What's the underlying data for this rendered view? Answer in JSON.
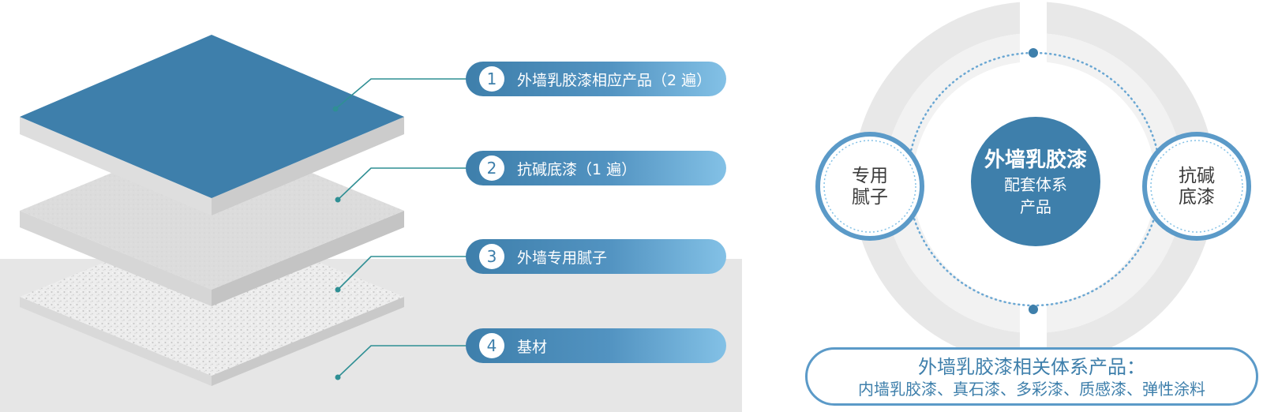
{
  "layers": [
    {
      "number": "1",
      "label": "外墙乳胶漆相应产品（2 遍）"
    },
    {
      "number": "2",
      "label": "抗碱底漆（1 遍）"
    },
    {
      "number": "3",
      "label": "外墙专用腻子"
    },
    {
      "number": "4",
      "label": "基材"
    }
  ],
  "system": {
    "left_node": "专用\n腻子",
    "right_node": "抗碱\n底漆",
    "center_title": "外墙乳胶漆",
    "center_sub_1": "配套体系",
    "center_sub_2": "产品"
  },
  "related": {
    "title": "外墙乳胶漆相关体系产品：",
    "list": "内墙乳胶漆、真石漆、多彩漆、质感漆、弹性涂料"
  },
  "colors": {
    "accent": "#3e7fab",
    "accent_light": "#83c1e6",
    "connector": "#2f8f94",
    "ring_gray": "#e8e8e8"
  }
}
